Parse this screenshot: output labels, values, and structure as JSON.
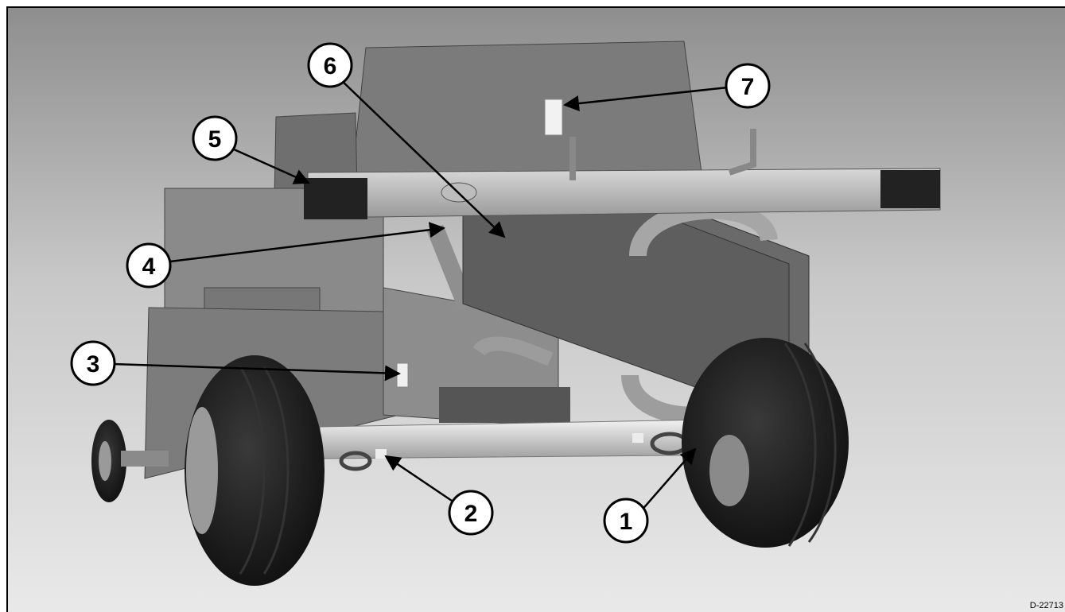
{
  "figure": {
    "reference_code": "D-22713",
    "callouts": [
      {
        "id": "c1",
        "label": "1"
      },
      {
        "id": "c2",
        "label": "2"
      },
      {
        "id": "c3",
        "label": "3"
      },
      {
        "id": "c4",
        "label": "4"
      },
      {
        "id": "c5",
        "label": "5"
      },
      {
        "id": "c6",
        "label": "6"
      },
      {
        "id": "c7",
        "label": "7"
      }
    ]
  }
}
